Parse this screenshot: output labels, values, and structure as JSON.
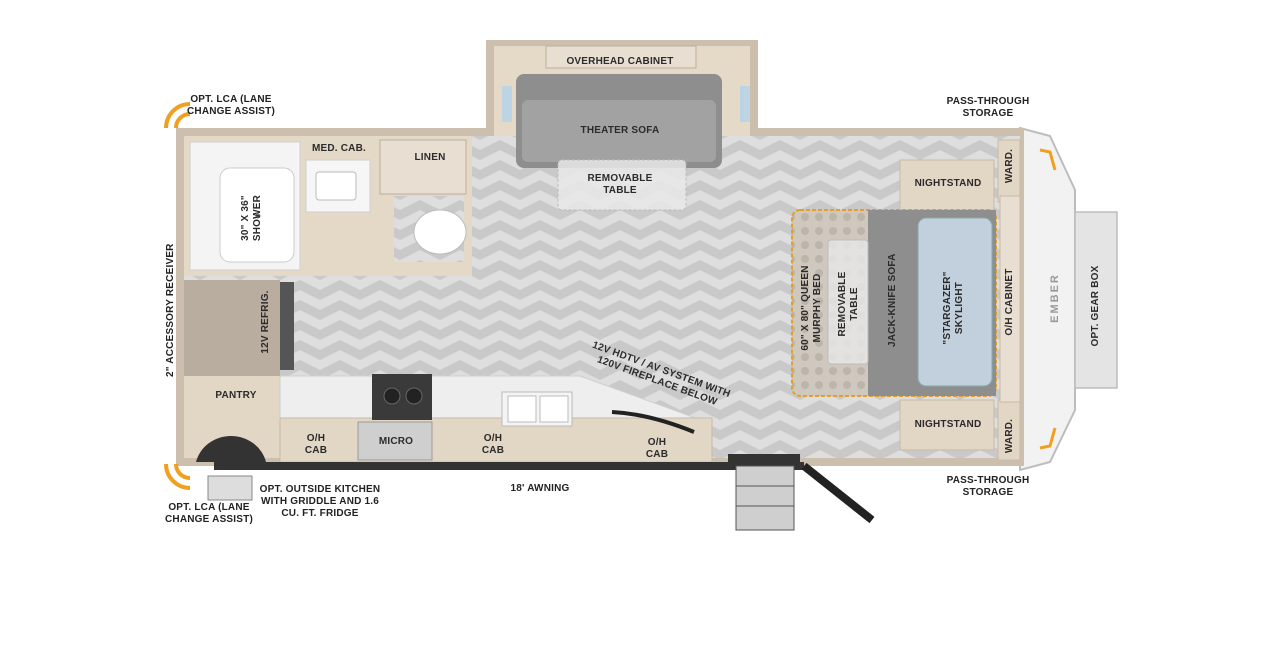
{
  "labels": {
    "overhead_cabinet": "OVERHEAD CABINET",
    "theater_sofa": "THEATER SOFA",
    "removable_table_top": "REMOVABLE TABLE",
    "med_cab": "MED. CAB.",
    "linen": "LINEN",
    "shower": "30\" X 36\" SHOWER",
    "refrig": "12V REFRIG.",
    "pantry": "PANTRY",
    "oh_cab_1": "O/H CAB",
    "micro": "MICRO",
    "oh_cab_2": "O/H CAB",
    "oh_cab_3": "O/H CAB",
    "hdtv": "12V HDTV / AV SYSTEM WITH 120V FIREPLACE BELOW",
    "murphy_bed": "60\" X 80\" QUEEN MURPHY BED",
    "removable_table_bed": "REMOVABLE TABLE",
    "jack_knife_sofa": "JACK-KNIFE SOFA",
    "skylight": "\"STARGAZER\" SKYLIGHT",
    "nightstand_top": "NIGHTSTAND",
    "nightstand_bottom": "NIGHTSTAND",
    "ward_top": "WARD.",
    "ward_bottom": "WARD.",
    "oh_cabinet_front": "O/H CABINET",
    "gear_box": "OPT. GEAR BOX",
    "pass_through_top": "PASS-THROUGH STORAGE",
    "pass_through_bottom": "PASS-THROUGH STORAGE",
    "lca_top": "OPT. LCA (LANE CHANGE ASSIST)",
    "lca_bottom": "OPT. LCA (LANE CHANGE ASSIST)",
    "accessory_receiver": "2\" ACCESSORY RECEIVER",
    "outside_kitchen": "OPT. OUTSIDE KITCHEN WITH GRIDDLE AND 1.6 CU. FT. FRIDGE",
    "awning": "18' AWNING",
    "logo": "EMBER"
  },
  "colors": {
    "wall": "#cdbfad",
    "wood": "#e3d6c4",
    "floor": "#dcdcdc",
    "floor_dark": "#c6c6c6",
    "sofa": "#8f8f8f",
    "counter": "#ededed",
    "lca": "#f0a020",
    "bed_outline": "#e0a030"
  }
}
